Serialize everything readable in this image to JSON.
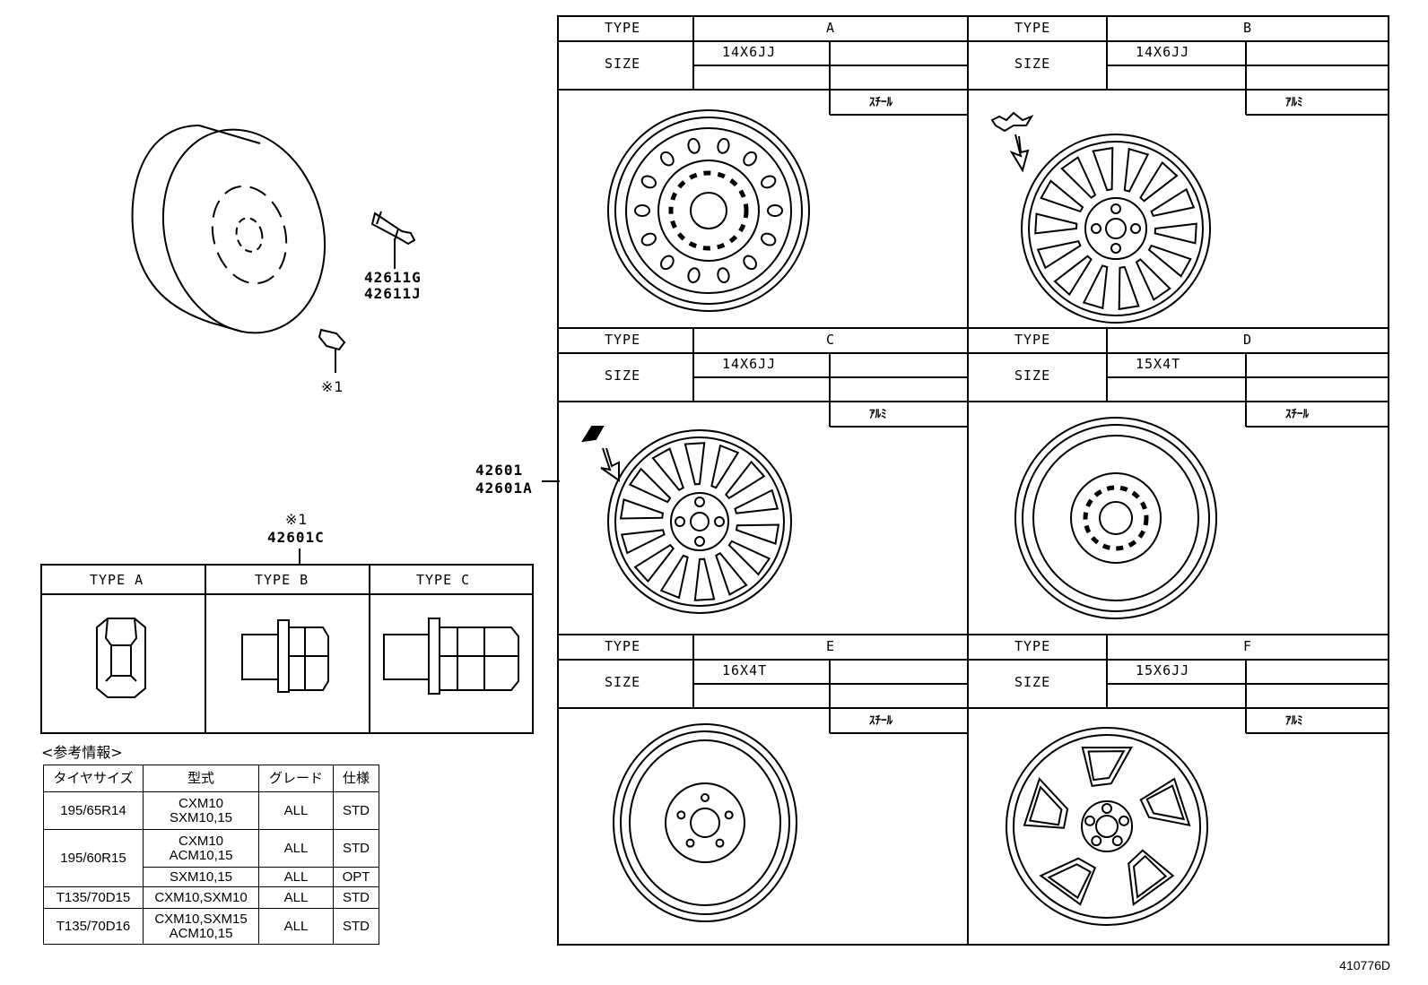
{
  "callouts": {
    "valve_parts": [
      "42611G",
      "42611J"
    ],
    "wheel_parts": [
      "42601",
      "42601A"
    ],
    "nut_ref_mark": "※1",
    "nut_part": "42601C"
  },
  "nut_types": [
    "TYPE A",
    "TYPE B",
    "TYPE C"
  ],
  "wheel_types": [
    {
      "type_label": "TYPE",
      "size_label": "SIZE",
      "type": "A",
      "size": "14X6JJ",
      "material": "ｽﾁｰﾙ"
    },
    {
      "type_label": "TYPE",
      "size_label": "SIZE",
      "type": "B",
      "size": "14X6JJ",
      "material": "ｱﾙﾐ"
    },
    {
      "type_label": "TYPE",
      "size_label": "SIZE",
      "type": "C",
      "size": "14X6JJ",
      "material": "ｱﾙﾐ"
    },
    {
      "type_label": "TYPE",
      "size_label": "SIZE",
      "type": "D",
      "size": "15X4T",
      "material": "ｽﾁｰﾙ"
    },
    {
      "type_label": "TYPE",
      "size_label": "SIZE",
      "type": "E",
      "size": "16X4T",
      "material": "ｽﾁｰﾙ"
    },
    {
      "type_label": "TYPE",
      "size_label": "SIZE",
      "type": "F",
      "size": "15X6JJ",
      "material": "ｱﾙﾐ"
    }
  ],
  "reference": {
    "title": "<参考情報>",
    "headers": [
      "タイヤサイズ",
      "型式",
      "グレード",
      "仕様"
    ],
    "rows": [
      {
        "tire": "195/65R14",
        "model": [
          "CXM10",
          "SXM10,15"
        ],
        "grade": "ALL",
        "spec": "STD"
      },
      {
        "tire": "195/60R15",
        "model": [
          "CXM10",
          "ACM10,15"
        ],
        "grade": "ALL",
        "spec": "STD"
      },
      {
        "tire": "",
        "model": [
          "SXM10,15"
        ],
        "grade": "ALL",
        "spec": "OPT"
      },
      {
        "tire": "T135/70D15",
        "model": [
          "CXM10,SXM10"
        ],
        "grade": "ALL",
        "spec": "STD"
      },
      {
        "tire": "T135/70D16",
        "model": [
          "CXM10,SXM15",
          "ACM10,15"
        ],
        "grade": "ALL",
        "spec": "STD"
      }
    ]
  },
  "diagram_code": "410776D"
}
